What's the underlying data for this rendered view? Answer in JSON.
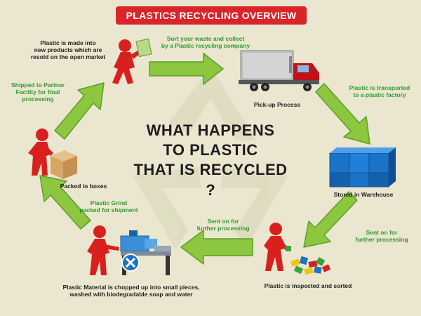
{
  "title": "PLASTICS RECYCLING OVERVIEW",
  "center_question": {
    "line1": "WHAT HAPPENS",
    "line2": "TO PLASTIC",
    "line3": "THAT IS RECYCLED",
    "mark": "?"
  },
  "steps": {
    "sort_collect": {
      "line1": "Sort your waste and collect",
      "line2": "by a Plastic recycling company"
    },
    "pickup": {
      "line1": "Pick-up Process"
    },
    "transported": {
      "line1": "Plastic is transported",
      "line2": "to a plastic factory"
    },
    "warehouse": {
      "line1": "Stored in Warehouse"
    },
    "sent_right": {
      "line1": "Sent on for",
      "line2": "further processing"
    },
    "inspected": {
      "line1": "Plastic is inspected and sorted"
    },
    "sent_center": {
      "line1": "Sent on for",
      "line2": "further processing"
    },
    "chopped": {
      "line1": "Plastic Material is chopped up into small pieces,",
      "line2": "washed with biodegradable soap and water"
    },
    "grind": {
      "line1": "Plastic Grind",
      "line2": "packed for shipment"
    },
    "boxes": {
      "line1": "Packed in boxes"
    },
    "shipped": {
      "line1": "Shipped to Partner",
      "line2": "Facility for final",
      "line3": "processing"
    },
    "new_products": {
      "line1": "Plastic is made into",
      "line2": "new products which are",
      "line3": "resold on the open market"
    }
  },
  "colors": {
    "background": "#ebe6cf",
    "title_red": "#d9252a",
    "figure_red": "#d8211f",
    "arrow_green": "#8dc63f",
    "arrow_outline": "#5b9e2a",
    "caption_green": "#2f9a2c",
    "caption_dark": "#222222",
    "cube_blue": "#1a73c9",
    "truck_red": "#c0121a"
  }
}
